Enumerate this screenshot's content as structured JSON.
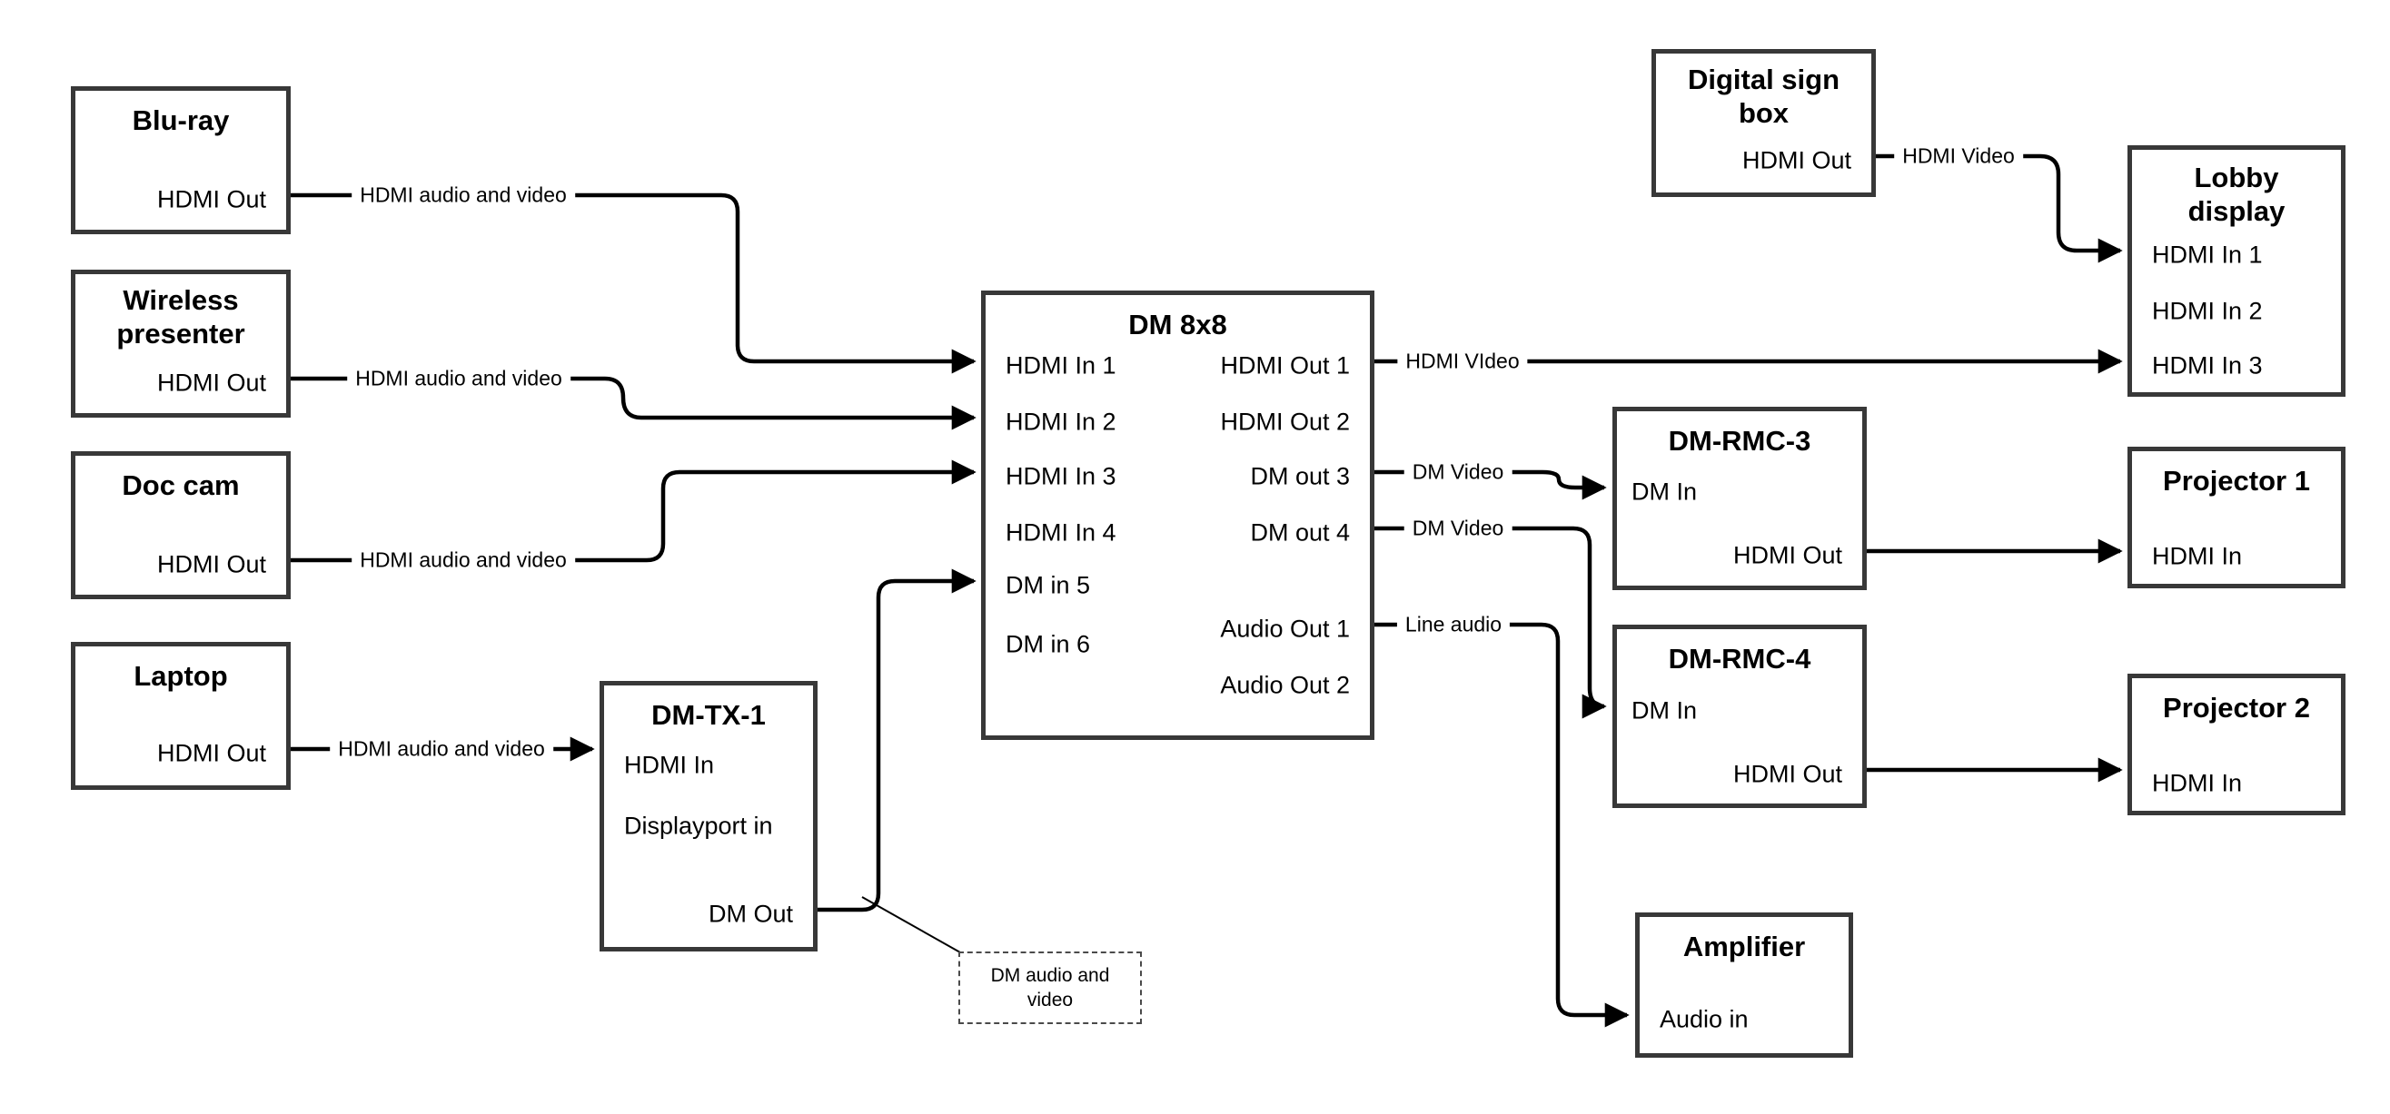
{
  "colors": {
    "wire": "#000000",
    "box_border": "#383838",
    "background": "#ffffff",
    "text": "#000000"
  },
  "nodes": {
    "bluray": {
      "title": "Blu-ray",
      "hdmi_out": "HDMI Out"
    },
    "wireless_presenter": {
      "title": "Wireless presenter",
      "hdmi_out": "HDMI Out"
    },
    "doc_cam": {
      "title": "Doc cam",
      "hdmi_out": "HDMI Out"
    },
    "laptop": {
      "title": "Laptop",
      "hdmi_out": "HDMI Out"
    },
    "dm_tx_1": {
      "title": "DM-TX-1",
      "hdmi_in": "HDMI In",
      "displayport_in": "Displayport in",
      "dm_out": "DM Out"
    },
    "dm_8x8": {
      "title": "DM 8x8",
      "hdmi_in_1": "HDMI In 1",
      "hdmi_in_2": "HDMI In 2",
      "hdmi_in_3": "HDMI In 3",
      "hdmi_in_4": "HDMI In 4",
      "dm_in_5": "DM in 5",
      "dm_in_6": "DM in 6",
      "hdmi_out_1": "HDMI Out 1",
      "hdmi_out_2": "HDMI Out 2",
      "dm_out_3": "DM out 3",
      "dm_out_4": "DM out 4",
      "audio_out_1": "Audio Out 1",
      "audio_out_2": "Audio Out 2"
    },
    "digital_sign_box": {
      "title": "Digital sign box",
      "hdmi_out": "HDMI Out"
    },
    "lobby_display": {
      "title": "Lobby display",
      "hdmi_in_1": "HDMI In 1",
      "hdmi_in_2": "HDMI In 2",
      "hdmi_in_3": "HDMI In 3"
    },
    "dm_rmc_3": {
      "title": "DM-RMC-3",
      "dm_in": "DM In",
      "hdmi_out": "HDMI Out"
    },
    "dm_rmc_4": {
      "title": "DM-RMC-4",
      "dm_in": "DM In",
      "hdmi_out": "HDMI Out"
    },
    "amplifier": {
      "title": "Amplifier",
      "audio_in": "Audio in"
    },
    "projector_1": {
      "title": "Projector 1",
      "hdmi_in": "HDMI In"
    },
    "projector_2": {
      "title": "Projector 2",
      "hdmi_in": "HDMI In"
    },
    "note": {
      "text": "DM audio and video"
    }
  },
  "edge_labels": {
    "bluray_to_dm": "HDMI audio and video",
    "wireless_to_dm": "HDMI audio and video",
    "doccam_to_dm": "HDMI audio and video",
    "laptop_to_tx": "HDMI audio and video",
    "hdmi_out_1": "HDMI VIdeo",
    "dm_out_3": "DM Video",
    "dm_out_4": "DM Video",
    "audio_out_1": "Line audio",
    "sign_to_lobby": "HDMI Video"
  }
}
